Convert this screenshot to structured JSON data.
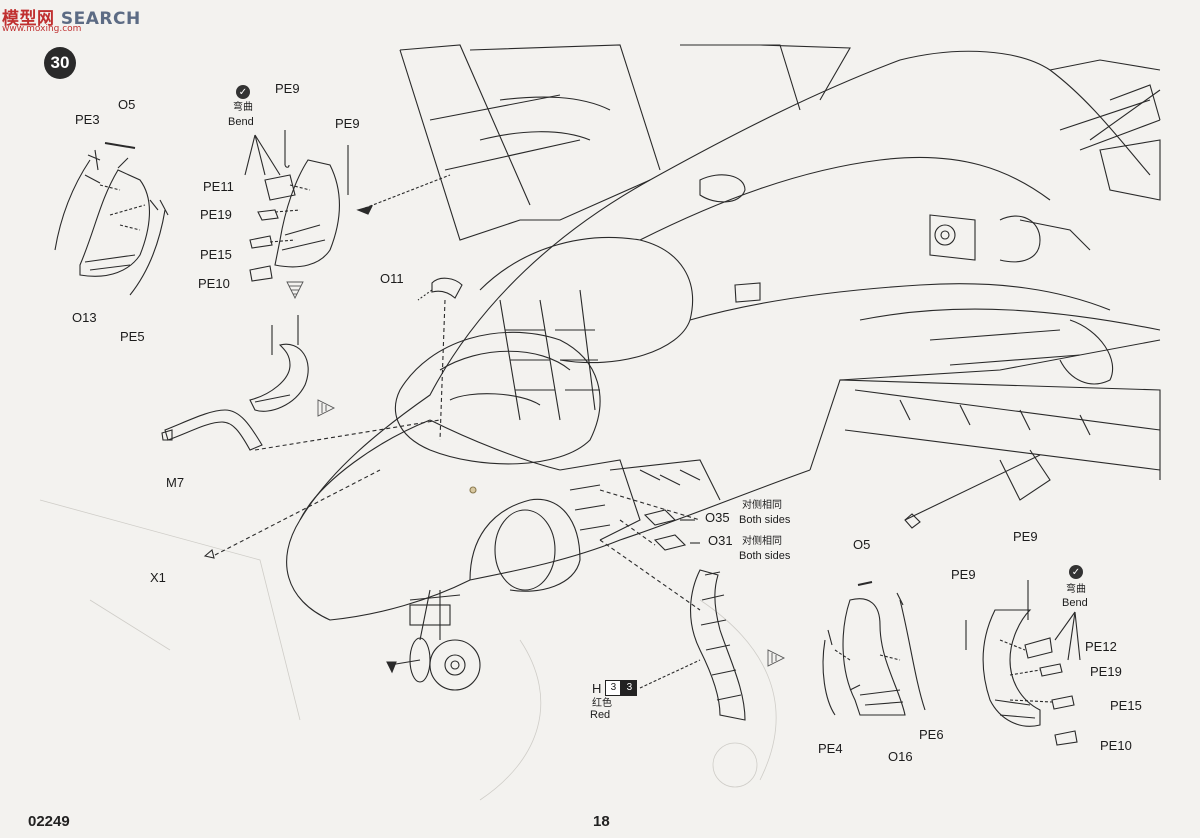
{
  "watermark": {
    "text_cn": "模型网",
    "text_en": "SEARCH",
    "sub": "www.moxing.com"
  },
  "step_number": "30",
  "labels": {
    "pe3_a": "PE3",
    "o5_a": "O5",
    "o13": "O13",
    "pe5": "PE5",
    "bend_cn_a": "弯曲",
    "bend_en_a": "Bend",
    "pe9_a": "PE9",
    "pe9_b": "PE9",
    "pe11": "PE11",
    "pe19_a": "PE19",
    "pe15_a": "PE15",
    "pe10_a": "PE10",
    "o11": "O11",
    "m7": "M7",
    "x1": "X1",
    "o35": "O35",
    "both_cn_a": "对侧相同",
    "both_en_a": "Both sides",
    "o31": "O31",
    "both_cn_b": "对侧相同",
    "both_en_b": "Both sides",
    "o5_b": "O5",
    "pe9_c": "PE9",
    "pe9_d": "PE9",
    "bend_cn_b": "弯曲",
    "bend_en_b": "Bend",
    "pe12": "PE12",
    "pe19_b": "PE19",
    "pe15_b": "PE15",
    "pe10_b": "PE10",
    "pe4": "PE4",
    "o16": "O16",
    "pe6": "PE6",
    "paint_code": "H",
    "paint_num1": "3",
    "paint_num2": "3",
    "paint_cn": "红色",
    "paint_en": "Red"
  },
  "footer": {
    "code": "02249",
    "page": "18"
  },
  "icons": {
    "bend": "check-circle-icon",
    "arrow": "hatched-arrow-icon"
  }
}
